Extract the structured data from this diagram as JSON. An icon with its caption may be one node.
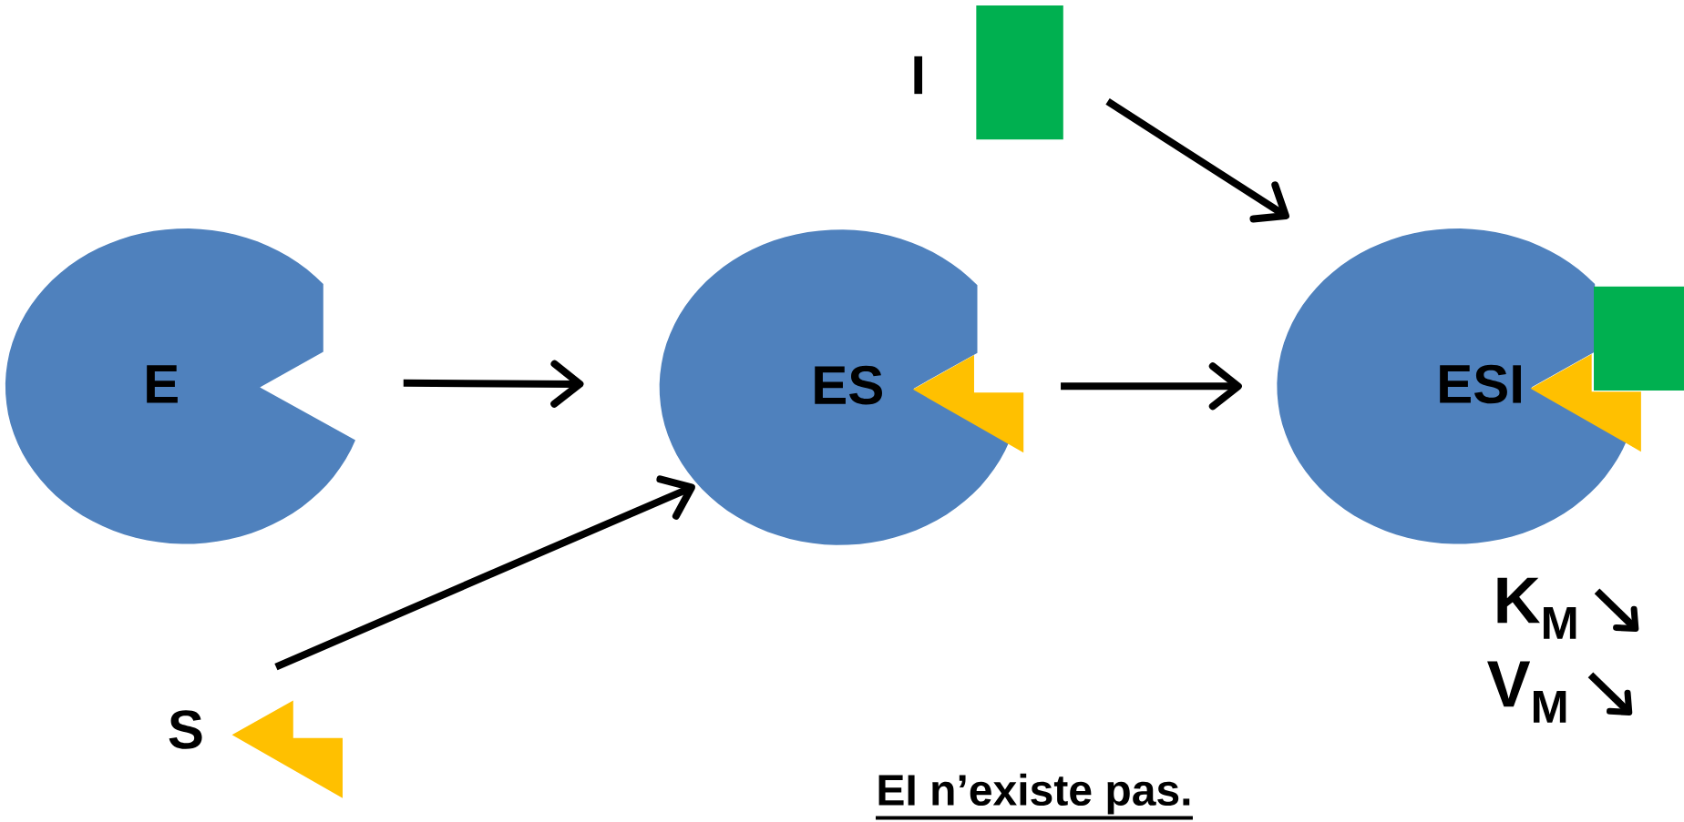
{
  "diagram": {
    "nodes": [
      {
        "text": [
          "E"
        ]
      },
      {
        "text": [
          "ES"
        ]
      },
      {
        "text": [
          "ESI"
        ]
      },
      {
        "text": [
          "S"
        ]
      },
      {
        "text": [
          "I"
        ]
      }
    ],
    "edges": [
      {
        "from": 0,
        "to": 1,
        "arrow": "to"
      },
      {
        "from": 1,
        "to": 2,
        "arrow": "to"
      },
      {
        "from": 3,
        "to": 1,
        "arrow": "to"
      },
      {
        "from": 4,
        "to": 2,
        "arrow": "to"
      }
    ],
    "labels": [
      "K$_{M}$",
      "V$_{M}$",
      "EI n’existe pas."
    ]
  }
}
